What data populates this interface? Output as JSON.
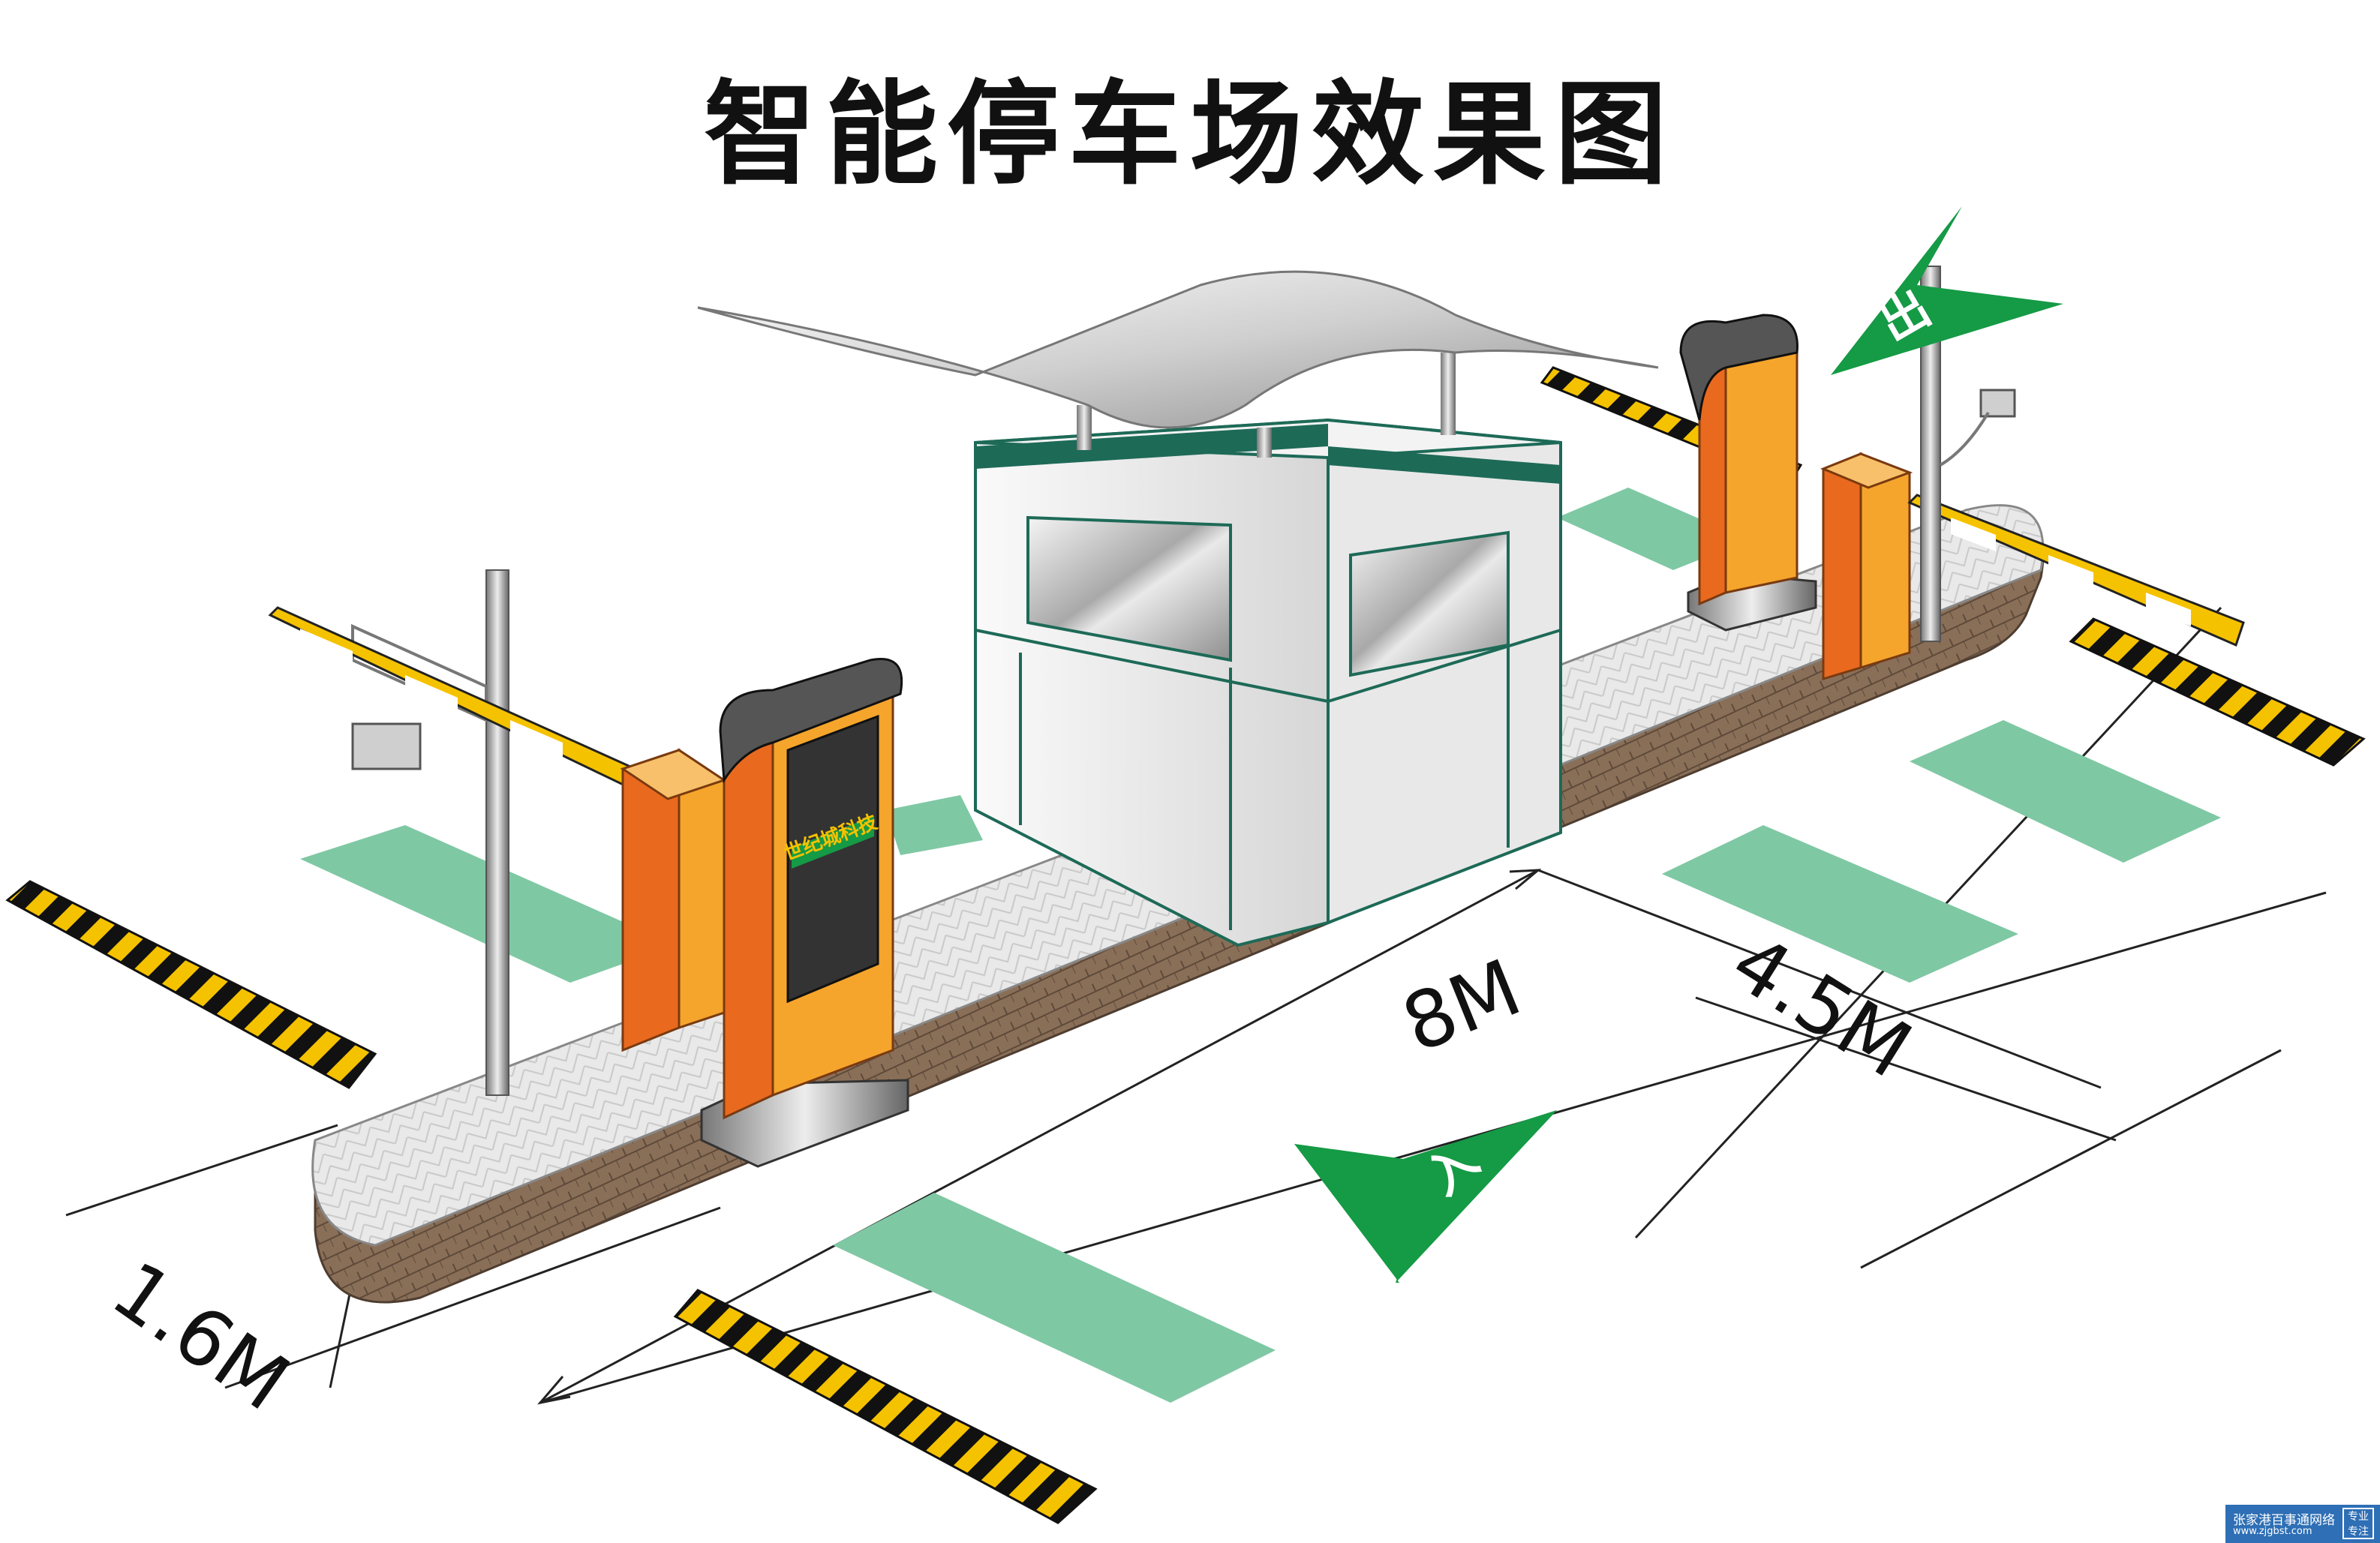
{
  "title": "智能停车场效果图",
  "dimensions": {
    "width_label": "1.6M",
    "length_label": "8M",
    "spacing_label": "4.5M"
  },
  "arrows": {
    "entry_label": "入",
    "exit_label": "出"
  },
  "kiosk_sign": "世纪城科技",
  "watermark": {
    "line1": "张家港百事通网络",
    "line2": "www.zjgbst.com",
    "badge": "专业专注"
  },
  "colors": {
    "stripe_green": "#7fc8a4",
    "arrow_green": "#159a45",
    "barrier_orange": "#f0a228",
    "hazard_yellow": "#f5c200",
    "booth_trim": "#1d6a57"
  }
}
